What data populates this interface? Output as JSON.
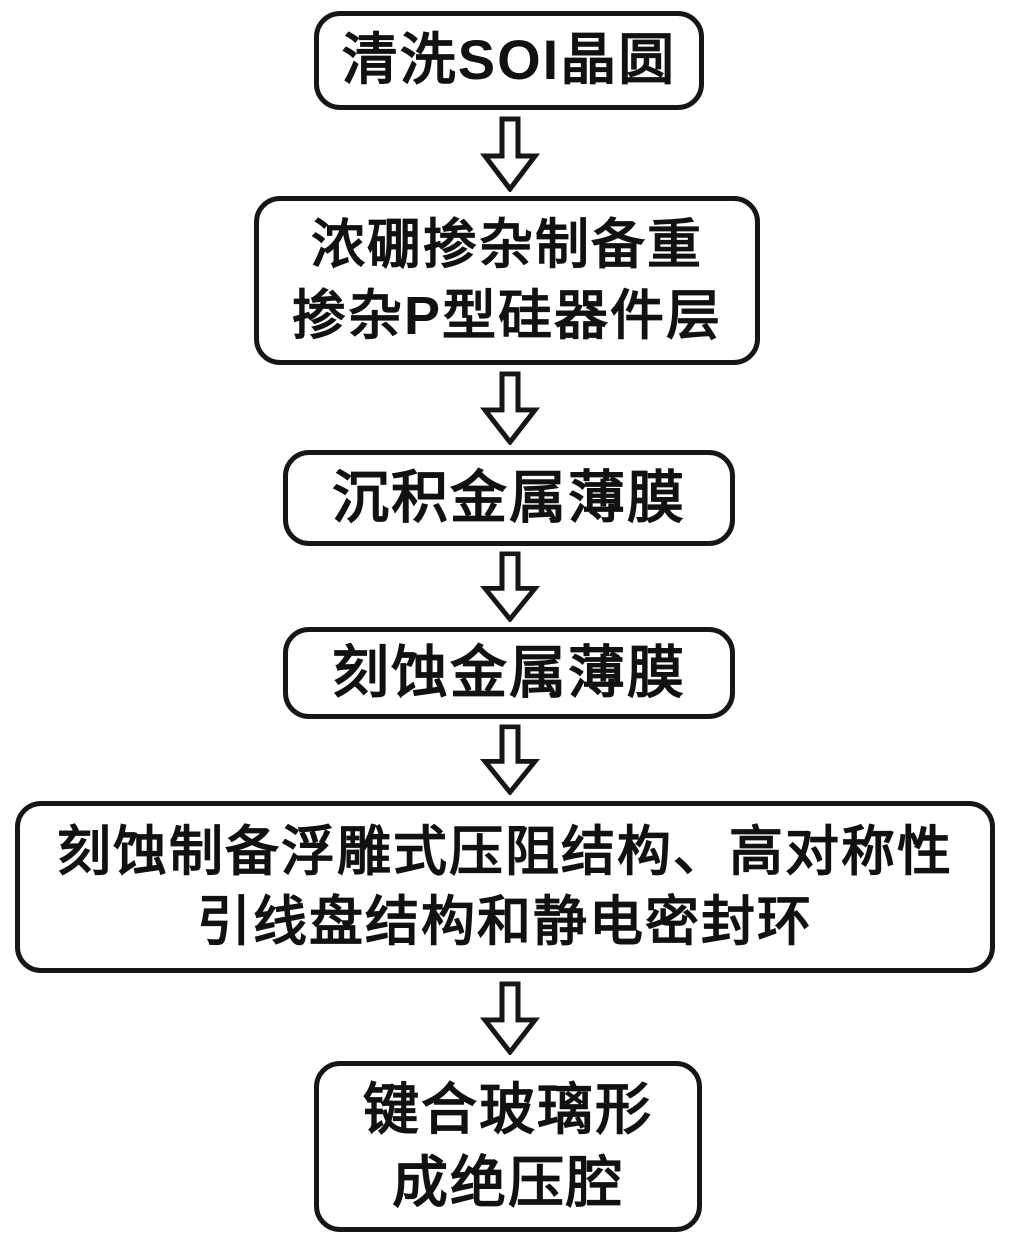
{
  "diagram": {
    "type": "flowchart",
    "direction": "top-to-bottom",
    "background_color": "#ffffff",
    "box_border_color": "#161616",
    "box_fill_color": "#ffffff",
    "text_color": "#111111",
    "connector_style": "hollow-block-down-arrow",
    "steps": [
      {
        "id": "step-1",
        "lines": {
          "0": "清洗SOI晶圆"
        }
      },
      {
        "id": "step-2",
        "lines": {
          "0": "浓硼掺杂制备重",
          "1": "掺杂P型硅器件层"
        }
      },
      {
        "id": "step-3",
        "lines": {
          "0": "沉积金属薄膜"
        }
      },
      {
        "id": "step-4",
        "lines": {
          "0": "刻蚀金属薄膜"
        }
      },
      {
        "id": "step-5",
        "lines": {
          "0": "刻蚀制备浮雕式压阻结构、高对称性",
          "1": "引线盘结构和静电密封环"
        }
      },
      {
        "id": "step-6",
        "lines": {
          "0": "键合玻璃形",
          "1": "成绝压腔"
        }
      }
    ]
  }
}
